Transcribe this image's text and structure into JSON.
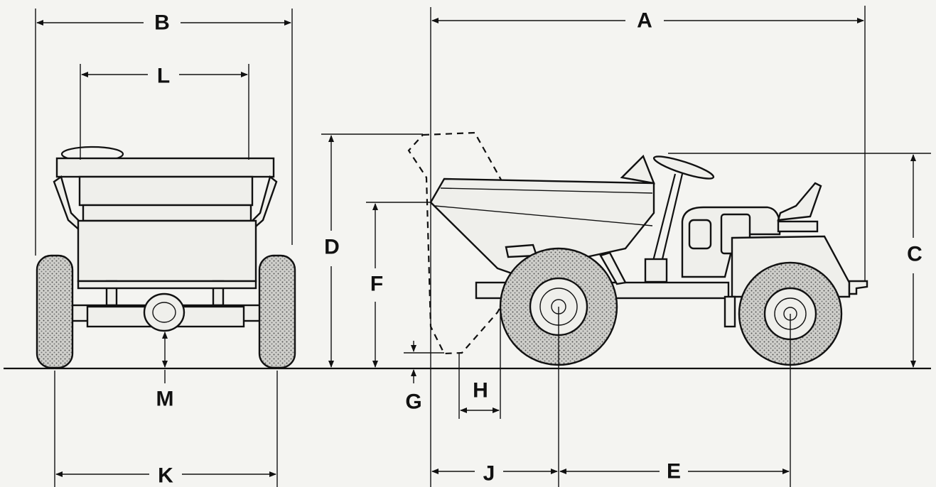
{
  "diagram": {
    "labels": {
      "A": "A",
      "B": "B",
      "C": "C",
      "D": "D",
      "E": "E",
      "F": "F",
      "G": "G",
      "H": "H",
      "J": "J",
      "K": "K",
      "L": "L",
      "M": "M"
    }
  }
}
